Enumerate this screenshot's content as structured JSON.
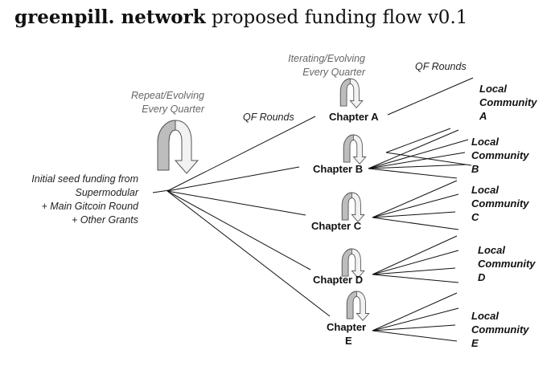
{
  "title": {
    "bold": "greenpill. network",
    "rest": " proposed funding flow v0.1"
  },
  "source": {
    "lines": [
      "Initial seed funding from",
      "Supermodular",
      "+ Main Gitcoin Round",
      "+ Other Grants"
    ]
  },
  "repeat_note": {
    "lines": [
      "Repeat/Evolving",
      "Every Quarter"
    ]
  },
  "iterating_note": {
    "lines": [
      "Iterating/Evolving",
      "Every Quarter"
    ]
  },
  "qf_rounds_left": "QF Rounds",
  "qf_rounds_right": "QF Rounds",
  "chapters": [
    {
      "id": "a",
      "lines": [
        "Chapter A"
      ],
      "local": [
        "Local",
        "Community",
        "A"
      ]
    },
    {
      "id": "b",
      "lines": [
        "Chapter B"
      ],
      "local": [
        "Local",
        "Community",
        "B"
      ]
    },
    {
      "id": "c",
      "lines": [
        "Chapter C"
      ],
      "local": [
        "Local",
        "Community",
        "C"
      ]
    },
    {
      "id": "d",
      "lines": [
        "Chapter D"
      ],
      "local": [
        "Local",
        "Community",
        "D"
      ]
    },
    {
      "id": "e",
      "lines": [
        "Chapter",
        "E"
      ],
      "local": [
        "Local",
        "Community",
        "E"
      ]
    }
  ],
  "icons": {
    "cycle": "circular-arrow-icon"
  },
  "colors": {
    "line": "#111111",
    "arrow_fill": "#bdbdbd",
    "arrow_light": "#f2f2f2"
  }
}
